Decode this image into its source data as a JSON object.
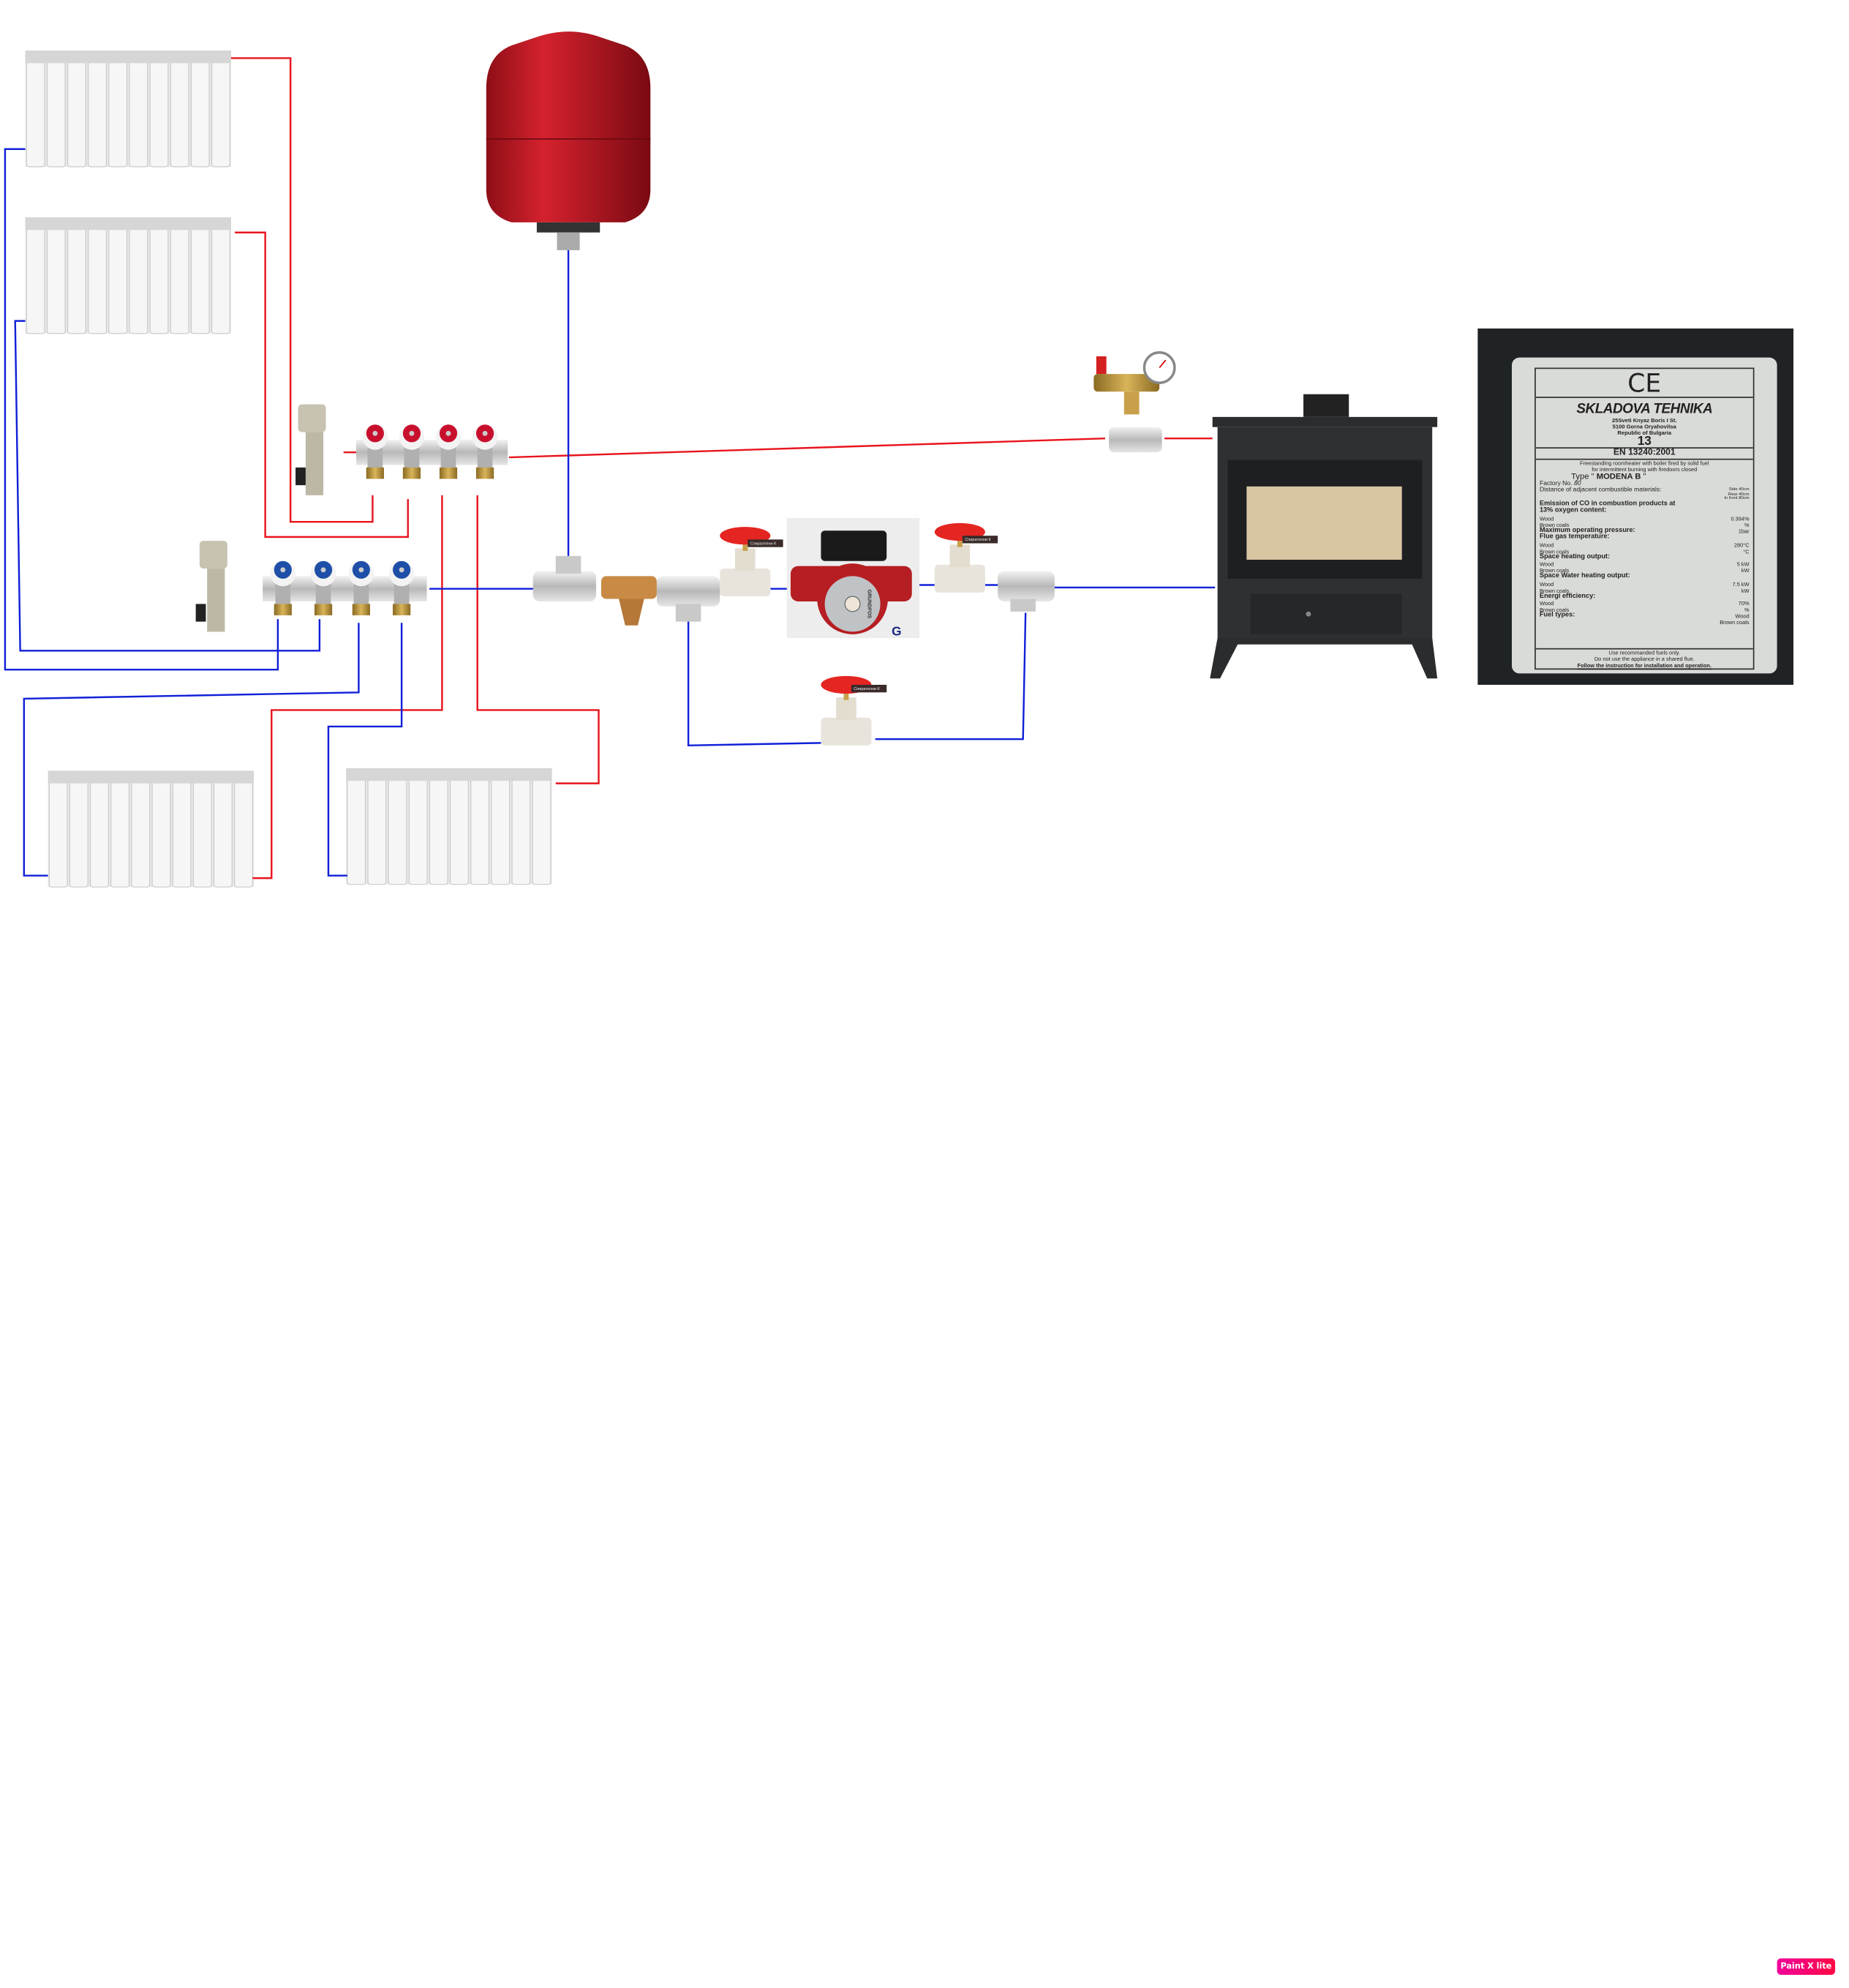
{
  "diagram": {
    "pipe_colors": {
      "supply": "#e8141c",
      "return": "#1020d8"
    },
    "valve_tag": "Спирателни К",
    "pump_brand": "GRUNDFOS"
  },
  "rating_plate": {
    "ce_mark": "CE",
    "brand": "SKLADOVA TEHNIKA",
    "address": [
      "25Sveti Knyaz Boris I St.",
      "5100 Gorna Oryahovitsa",
      "Republic of Bulgaria"
    ],
    "year": "13",
    "standard": "EN 13240:2001",
    "description": [
      "Freestanding roomheater with boiler fired by solid fuel",
      "for intermittent burning with firedoors closed"
    ],
    "type_label": "Type \"",
    "type_value": "MODENA B",
    "factory_no_label": "Factory No.",
    "factory_no": "80",
    "distance_label": "Distance of adjacent combustible materials:",
    "distances": [
      {
        "label": "Side",
        "value": "40cm"
      },
      {
        "label": "Rear",
        "value": "40cm"
      },
      {
        "label": "In front",
        "value": "80cm"
      }
    ],
    "co_heading": "Emission of CO in combustion products at",
    "co_heading2": "13% oxygen content:",
    "co_wood_label": "Wood",
    "co_wood": "0.394%",
    "co_coal_label": "Brown coals",
    "co_coal": "%",
    "pressure_label": "Maximum operating pressure:",
    "pressure": "1bar",
    "flue_heading": "Flue gas temperature:",
    "flue_wood_label": "Wood",
    "flue_wood": "280°C",
    "flue_coal_label": "Brown coals",
    "flue_coal": "°C",
    "space_heading": "Space heating output:",
    "space_wood_label": "Wood",
    "space_wood": "5 kW",
    "space_coal_label": "Brown coals",
    "space_coal": "kW",
    "water_heading": "Space Water heating output:",
    "water_wood_label": "Wood",
    "water_wood": "7.5 kW",
    "water_coal_label": "Brown coals",
    "water_coal": "kW",
    "eff_heading": "Energi efficiency:",
    "eff_wood_label": "Wood",
    "eff_wood": "70%",
    "eff_coal_label": "Brown coals",
    "eff_coal": "%",
    "fuel_heading": "Fuel types:",
    "fuel_1": "Wood",
    "fuel_2": "Brown coals",
    "footer": [
      "Use recommanded fuels only.",
      "Do not use the appliance in a shared flue.",
      "Follow the instruction for installation and operation."
    ]
  },
  "app_badge": "Paint X lite"
}
